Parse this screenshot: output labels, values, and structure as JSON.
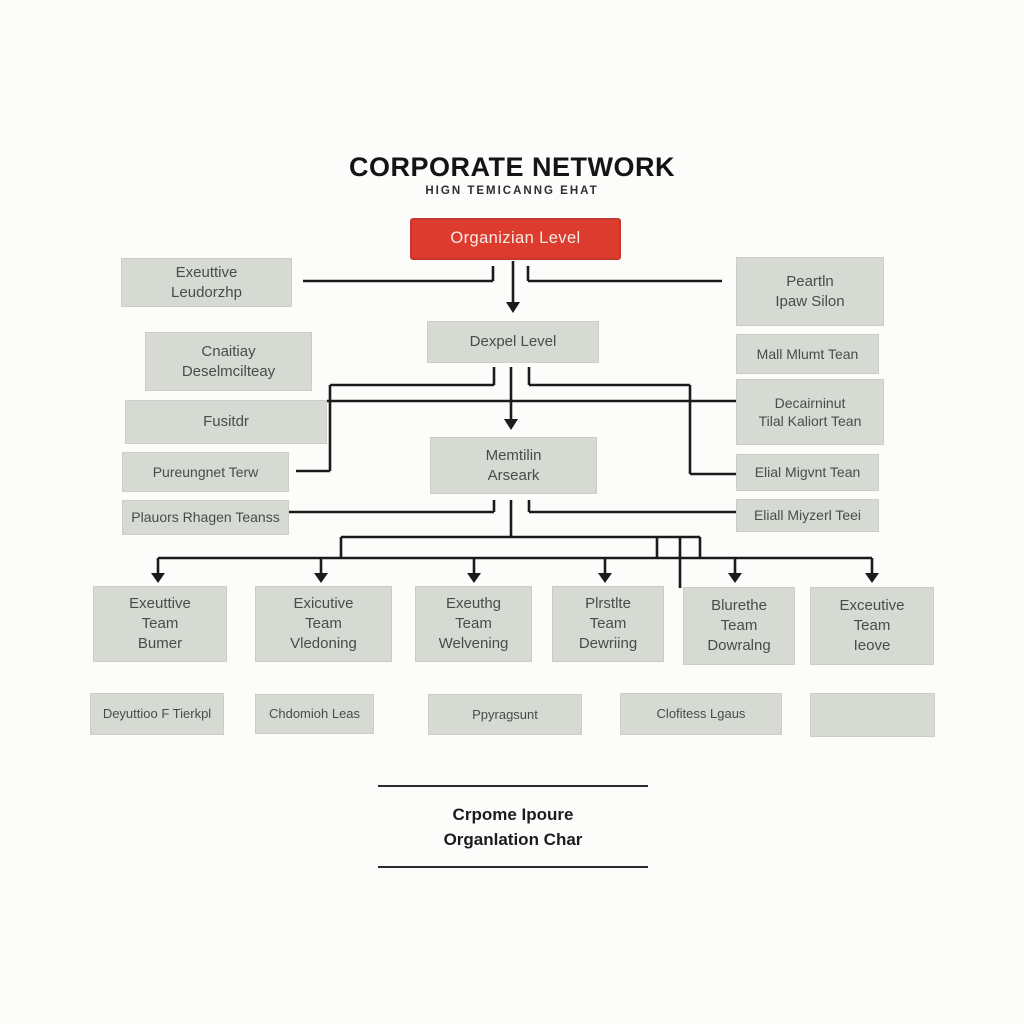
{
  "header": {
    "title": "CORPORATE NETWORK",
    "subtitle": "HIGN TEMICANNG EHAT"
  },
  "colors": {
    "accent_red": "#DC3B2E",
    "box_fill": "#D6DAD3",
    "line": "#1B1B1B"
  },
  "org": {
    "root": "Organizian Level",
    "level2": "Dexpel Level",
    "level3": "Memtilin\nArseark",
    "left": [
      "Exeuttive\nLeudorzhp",
      "Cnaitiay\nDeselmcilteay",
      "Fusitdr",
      "Pureungnet Terw",
      "Plauors Rhagen Teanss"
    ],
    "right": [
      "Peartln\nIpaw Silon",
      "Mall Mlumt Tean",
      "Decairninut\nTilal Kaliort Tean",
      "Elial Migvnt Tean",
      "Eliall Miyzerl Teei"
    ],
    "bottom": [
      "Exeuttive\nTeam\nBumer",
      "Exicutive\nTeam\nVledoning",
      "Exeuthg\nTeam\nWelvening",
      "Plrstlte\nTeam\nDewriing",
      "Blurethe\nTeam\nDowralng",
      "Exceutive\nTeam\nIeove"
    ],
    "footer": [
      "Deyuttioo F Tierkpl",
      "Chdomioh Leas",
      "Ppyragsunt",
      "Clofitess Lgaus",
      ""
    ],
    "caption": "Crpome Ipoure\nOrganlation Char"
  }
}
